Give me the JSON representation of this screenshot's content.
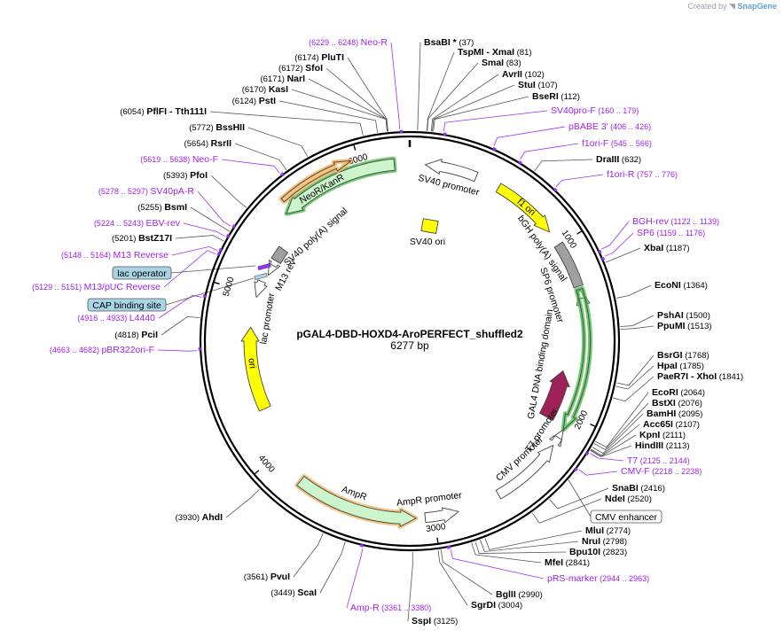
{
  "watermark": {
    "prefix": "Created by",
    "brand": "SnapGene"
  },
  "plasmid": {
    "name": "pGAL4-DBD-HOXD4-AroPERFECT_shuffled2",
    "length_label": "6277 bp",
    "length": 6277,
    "ticks": [
      "1000",
      "2000",
      "3000",
      "4000",
      "5000",
      "6000"
    ]
  },
  "colors": {
    "enzyme_text": "#000000",
    "primer_text": "#a020f0",
    "primer_mark": "#9b30ff",
    "ring": "#000000",
    "yellow": "#ffff00",
    "light_green": "#ccf5cc",
    "maroon": "#9e2257",
    "gray": "#a0a0a0",
    "white": "#ffffff",
    "orange_halo": "#f2b15a",
    "green_halo": "#4cbe4c",
    "tag_fill": "#a8d4e6"
  },
  "enzymes": [
    {
      "name": "BsaBI",
      "pos": "(37)",
      "star": "*"
    },
    {
      "name": "TspMI",
      "pos": "(81)",
      "paired": "XmaI"
    },
    {
      "name": "SmaI",
      "pos": "(83)"
    },
    {
      "name": "AvrII",
      "pos": "(102)"
    },
    {
      "name": "StuI",
      "pos": "(107)"
    },
    {
      "name": "BseRI",
      "pos": "(112)"
    },
    {
      "name": "DraIII",
      "pos": "(632)"
    },
    {
      "name": "XbaI",
      "pos": "(1187)"
    },
    {
      "name": "EcoNI",
      "pos": "(1364)"
    },
    {
      "name": "PshAI",
      "pos": "(1500)"
    },
    {
      "name": "PpuMI",
      "pos": "(1513)"
    },
    {
      "name": "BsrGI",
      "pos": "(1768)"
    },
    {
      "name": "HpaI",
      "pos": "(1785)"
    },
    {
      "name": "PaeR7I",
      "pos": "(1841)",
      "paired": "XhoI"
    },
    {
      "name": "EcoRI",
      "pos": "(2064)"
    },
    {
      "name": "BstXI",
      "pos": "(2076)"
    },
    {
      "name": "BamHI",
      "pos": "(2095)"
    },
    {
      "name": "Acc65I",
      "pos": "(2107)"
    },
    {
      "name": "KpnI",
      "pos": "(2111)"
    },
    {
      "name": "HindIII",
      "pos": "(2113)"
    },
    {
      "name": "SnaBI",
      "pos": "(2416)"
    },
    {
      "name": "NdeI",
      "pos": "(2520)"
    },
    {
      "name": "MluI",
      "pos": "(2774)"
    },
    {
      "name": "NruI",
      "pos": "(2798)"
    },
    {
      "name": "Bpu10I",
      "pos": "(2823)"
    },
    {
      "name": "MfeI",
      "pos": "(2841)"
    },
    {
      "name": "BglII",
      "pos": "(2990)"
    },
    {
      "name": "SgrDI",
      "pos": "(3004)"
    },
    {
      "name": "SspI",
      "pos": "(3125)"
    },
    {
      "name": "ScaI",
      "pos": "(3449)"
    },
    {
      "name": "PvuI",
      "pos": "(3561)"
    },
    {
      "name": "AhdI",
      "pos": "(3930)"
    },
    {
      "name": "PciI",
      "pos": "(4818)"
    },
    {
      "name": "BstZ17I",
      "pos": "(5201)"
    },
    {
      "name": "BsmI",
      "pos": "(5255)"
    },
    {
      "name": "PfoI",
      "pos": "(5393)"
    },
    {
      "name": "RsrII",
      "pos": "(5654)"
    },
    {
      "name": "BssHII",
      "pos": "(5772)"
    },
    {
      "name": "PflFI",
      "pos": "(6054)",
      "paired": "Tth111I"
    },
    {
      "name": "PstI",
      "pos": "(6124)"
    },
    {
      "name": "KasI",
      "pos": "(6170)"
    },
    {
      "name": "NarI",
      "pos": "(6171)"
    },
    {
      "name": "SfoI",
      "pos": "(6172)"
    },
    {
      "name": "PluTI",
      "pos": "(6174)"
    }
  ],
  "primers": [
    {
      "name": "Neo-R",
      "range": "(6229 .. 6248)"
    },
    {
      "name": "SV40pro-F",
      "range": "(160 .. 179)"
    },
    {
      "name": "pBABE 3'",
      "range": "(406 .. 426)"
    },
    {
      "name": "f1ori-F",
      "range": "(545 .. 566)"
    },
    {
      "name": "f1ori-R",
      "range": "(757 .. 776)"
    },
    {
      "name": "BGH-rev",
      "range": "(1122 .. 1139)"
    },
    {
      "name": "SP6",
      "range": "(1159 .. 1176)"
    },
    {
      "name": "T7",
      "range": "(2125 .. 2144)"
    },
    {
      "name": "CMV-F",
      "range": "(2218 .. 2238)"
    },
    {
      "name": "pRS-marker",
      "range": "(2944 .. 2963)"
    },
    {
      "name": "Amp-R",
      "range": "(3361 .. 3380)"
    },
    {
      "name": "pBR322ori-F",
      "range": "(4663 .. 4682)"
    },
    {
      "name": "L4440",
      "range": "(4916 .. 4933)"
    },
    {
      "name": "M13/pUC Reverse",
      "range": "(5129 .. 5151)"
    },
    {
      "name": "M13 Reverse",
      "range": "(5148 .. 5164)"
    },
    {
      "name": "EBV-rev",
      "range": "(5224 .. 5243)"
    },
    {
      "name": "SV40pA-R",
      "range": "(5278 .. 5297)"
    },
    {
      "name": "Neo-F",
      "range": "(5619 .. 5638)"
    }
  ],
  "boxed_labels": [
    {
      "name": "lac operator",
      "style": "feature"
    },
    {
      "name": "CAP binding site",
      "style": "feature"
    },
    {
      "name": "CMV enhancer",
      "style": "outline"
    }
  ],
  "features": [
    {
      "name": "SV40 promoter",
      "color": "white"
    },
    {
      "name": "f1 ori",
      "color": "yellow"
    },
    {
      "name": "bGH poly(A) signal",
      "color": "gray"
    },
    {
      "name": "SP6 promoter",
      "color": "white"
    },
    {
      "name": "GAL4 DNA binding domain",
      "color": "maroon"
    },
    {
      "name": "T7 promoter",
      "color": "white"
    },
    {
      "name": "CMV promoter",
      "color": "white"
    },
    {
      "name": "AmpR promoter",
      "color": "white"
    },
    {
      "name": "AmpR",
      "color": "light_green"
    },
    {
      "name": "ori",
      "color": "yellow"
    },
    {
      "name": "lac promoter",
      "color": "white"
    },
    {
      "name": "M13 rev",
      "color": "white"
    },
    {
      "name": "SV40 poly(A) signal",
      "color": "gray"
    },
    {
      "name": "NeoR/KanR",
      "color": "light_green"
    },
    {
      "name": "SV40 ori",
      "color": "yellow"
    }
  ]
}
